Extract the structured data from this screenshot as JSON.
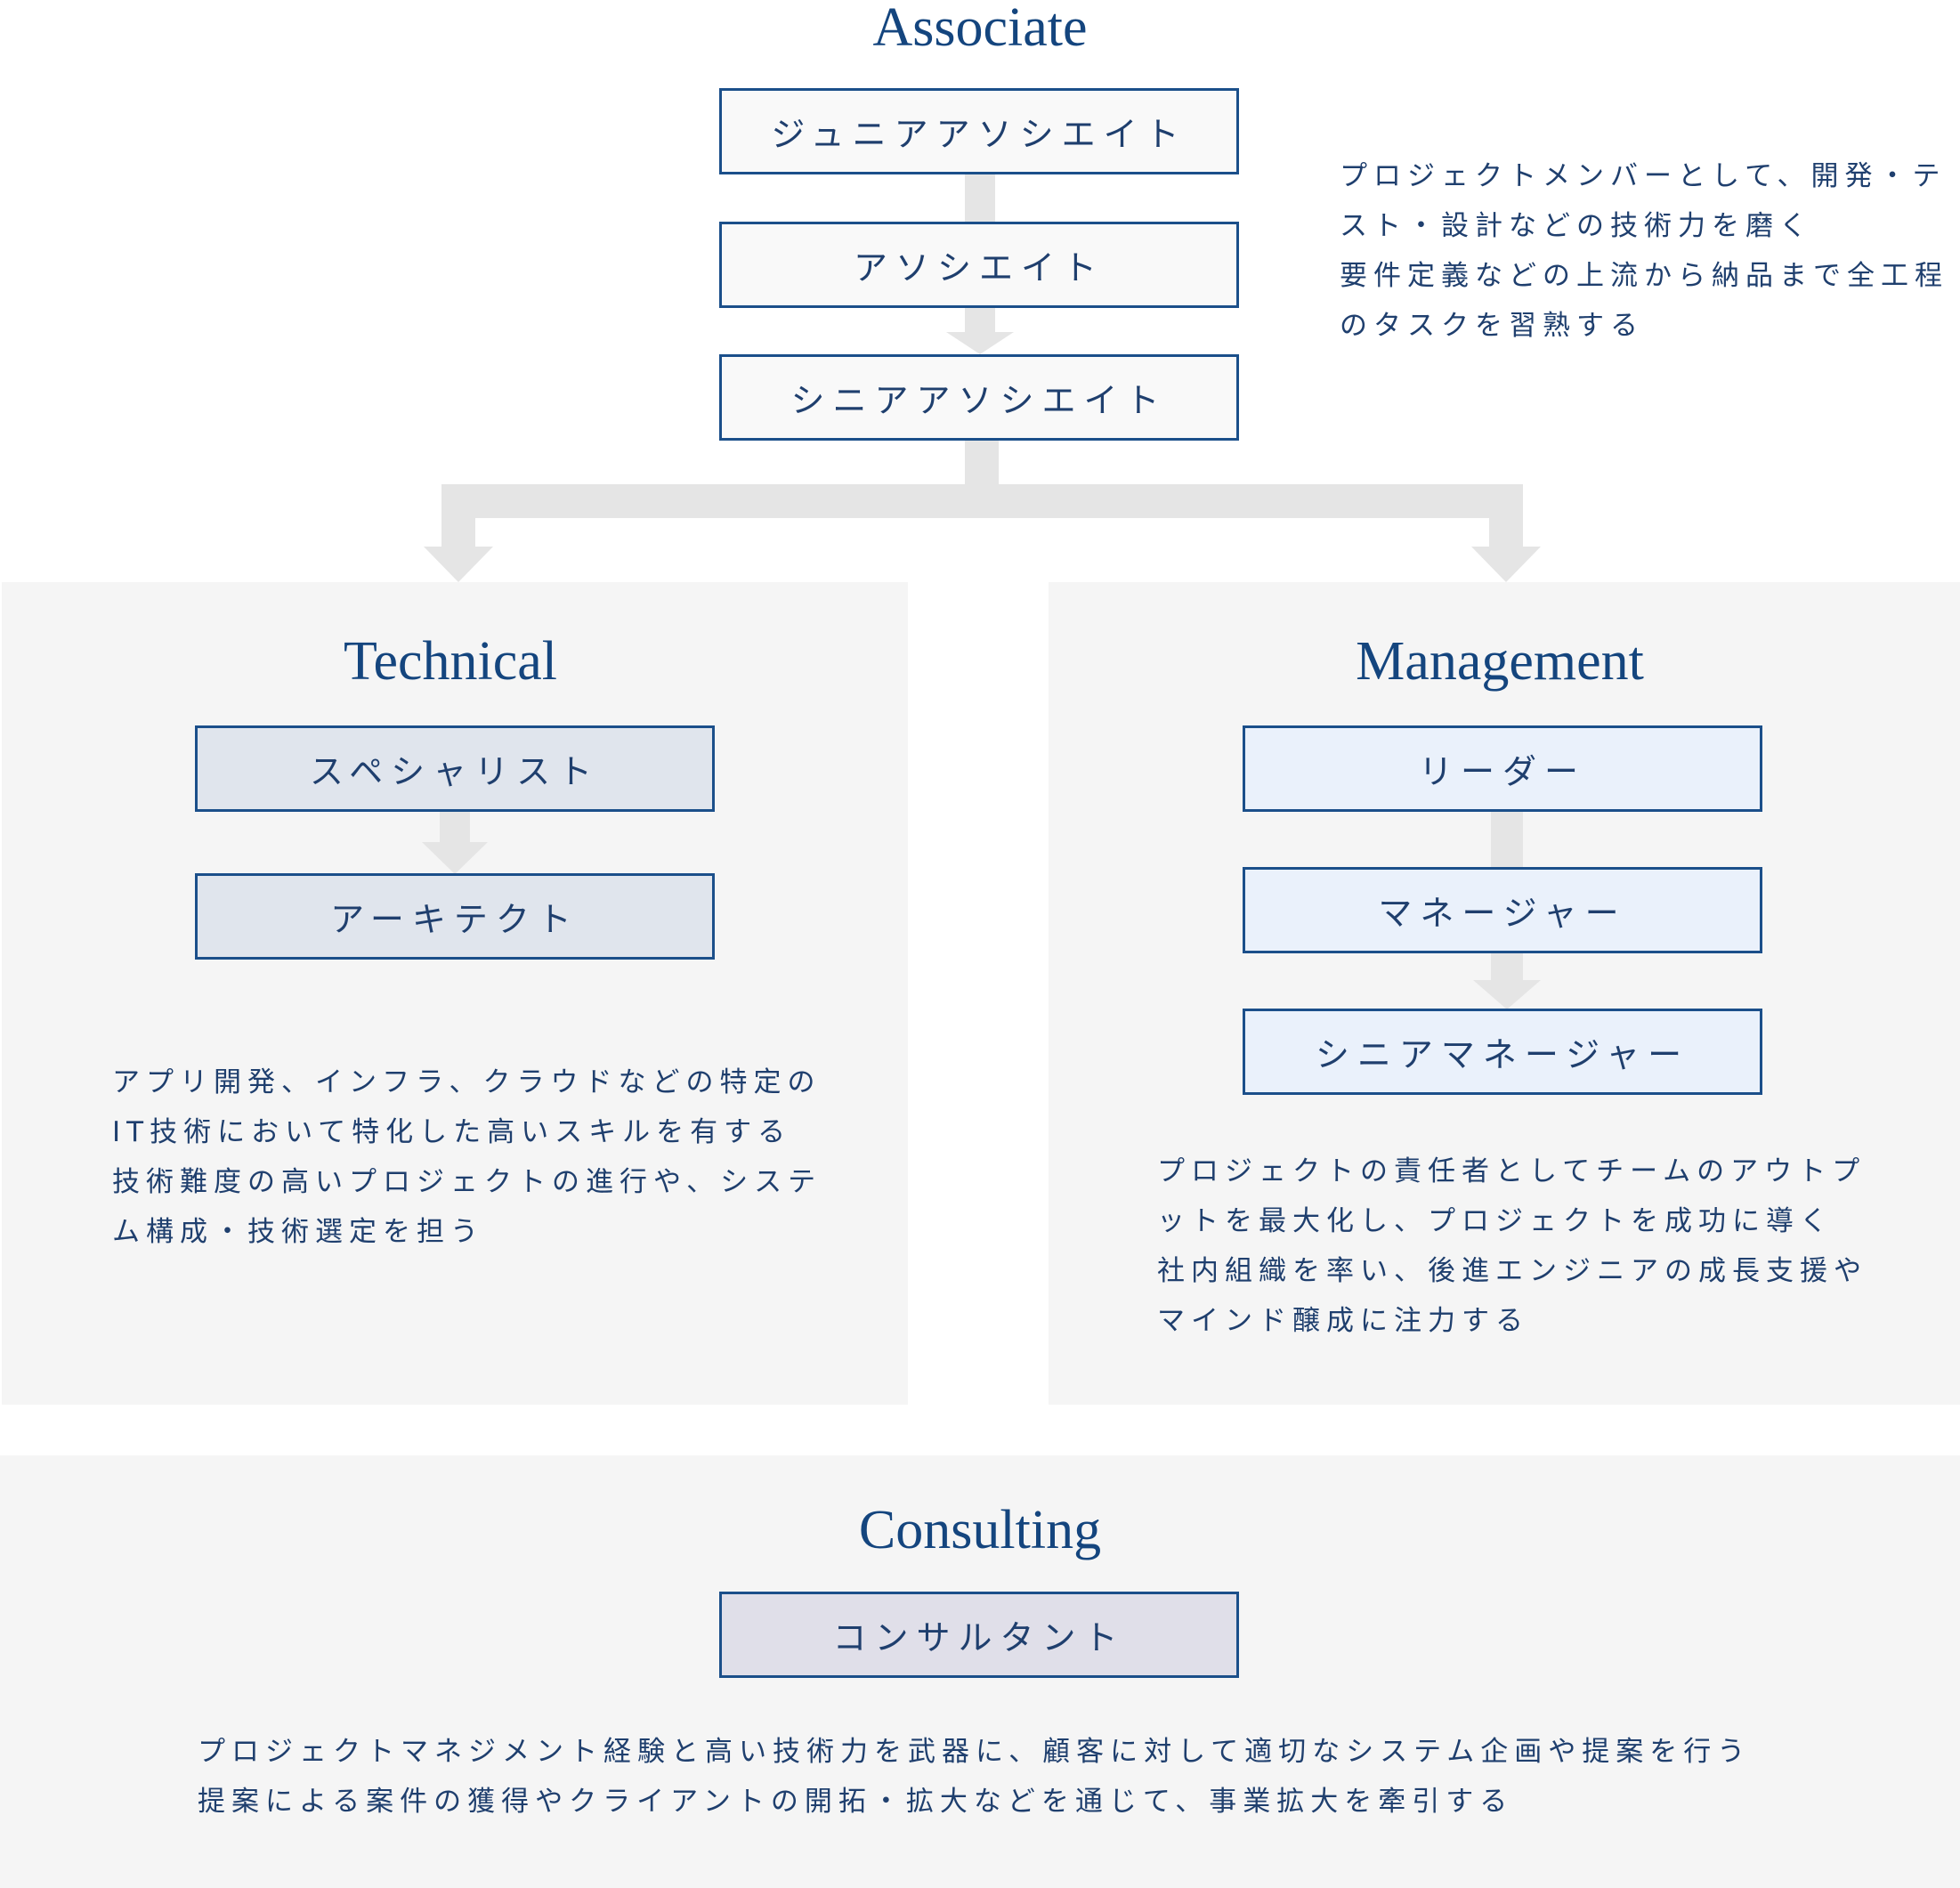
{
  "associate": {
    "title": "Associate",
    "steps": [
      "ジュニアアソシエイト",
      "アソシエイト",
      "シニアアソシエイト"
    ],
    "description": [
      "プロジェクトメンバーとして、開発・テ",
      "スト・設計などの技術力を磨く",
      "要件定義などの上流から納品まで全工程",
      "のタスクを習熟する"
    ]
  },
  "technical": {
    "title": "Technical",
    "steps": [
      "スペシャリスト",
      "アーキテクト"
    ],
    "description": [
      "アプリ開発、インフラ、クラウドなどの特定の",
      "IT技術において特化した高いスキルを有する",
      "技術難度の高いプロジェクトの進行や、システ",
      "ム構成・技術選定を担う"
    ]
  },
  "management": {
    "title": "Management",
    "steps": [
      "リーダー",
      "マネージャー",
      "シニアマネージャー"
    ],
    "description": [
      "プロジェクトの責任者としてチームのアウトプ",
      "ットを最大化し、プロジェクトを成功に導く",
      "社内組織を率い、後進エンジニアの成長支援や",
      "マインド醸成に注力する"
    ]
  },
  "consulting": {
    "title": "Consulting",
    "steps": [
      "コンサルタント"
    ],
    "description": [
      "プロジェクトマネジメント経験と高い技術力を武器に、顧客に対して適切なシステム企画や提案を行う",
      "提案による案件の獲得やクライアントの開拓・拡大などを通じて、事業拡大を牽引する"
    ]
  },
  "colors": {
    "title": "#14457e",
    "border": "#1b4f8a",
    "connector": "#e5e5e5",
    "panel": "#f5f5f5"
  }
}
